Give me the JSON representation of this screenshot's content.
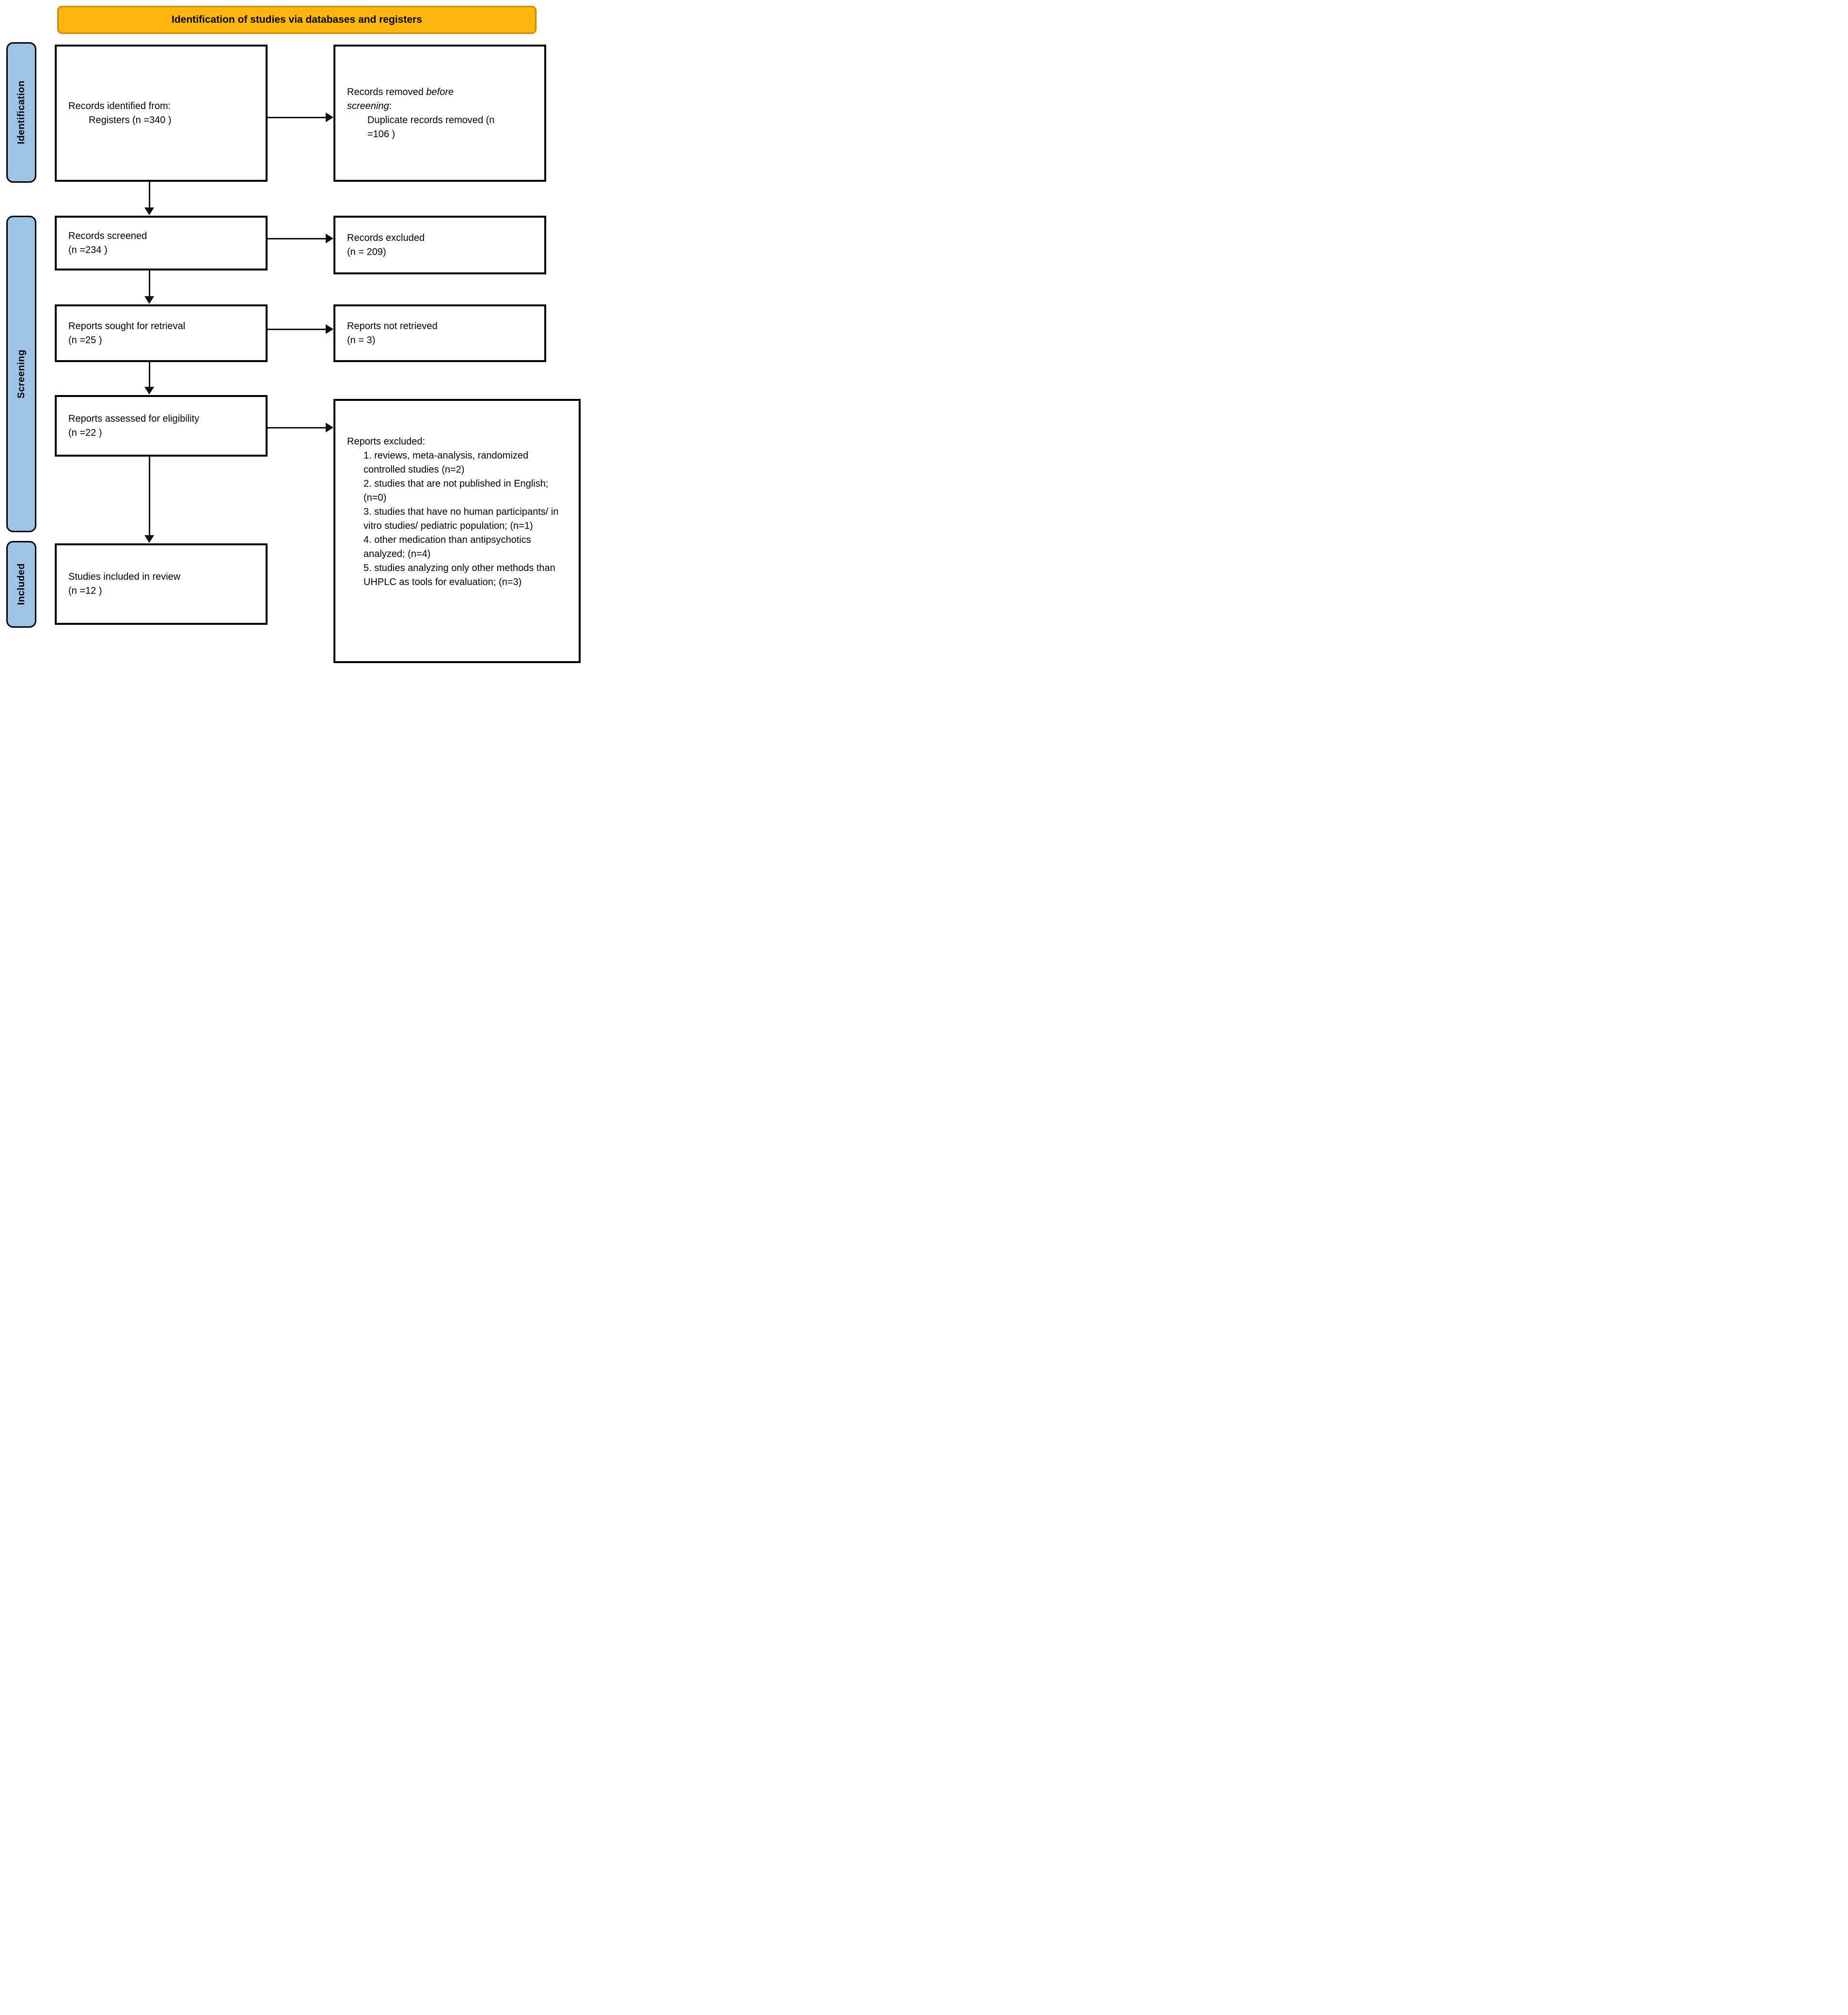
{
  "banner": {
    "label": "Identification of studies via databases and registers"
  },
  "stages": [
    {
      "label": "Identification"
    },
    {
      "label": "Screening"
    },
    {
      "label": "Included"
    }
  ],
  "boxes": {
    "records_identified": {
      "line1": "Records identified from:",
      "line2": "Registers (n =340 )"
    },
    "records_removed": {
      "prefix": "Records removed ",
      "italic": "before screening",
      "suffix": ":",
      "sub": "Duplicate records removed (n =106 )"
    },
    "records_screened": {
      "line1": "Records screened",
      "line2": "(n =234 )"
    },
    "records_excluded": {
      "line1": "Records excluded",
      "line2": "(n = 209)"
    },
    "reports_sought": {
      "line1": "Reports sought for retrieval",
      "line2": "(n =25 )"
    },
    "reports_not_retrieved": {
      "line1": "Reports not retrieved",
      "line2": "(n = 3)"
    },
    "reports_assessed": {
      "line1": "Reports assessed for eligibility",
      "line2": "(n =22 )"
    },
    "reports_excluded": {
      "title": "Reports excluded:",
      "items": [
        "1. reviews, meta-analysis, randomized controlled studies (n=2)",
        "2. studies that are not published in English; (n=0)",
        "3. studies that have no human participants/ in vitro studies/ pediatric population; (n=1)",
        "4. other medication than antipsychotics analyzed; (n=4)",
        "5. studies analyzing only other methods than UHPLC as tools for evaluation; (n=3)"
      ]
    },
    "studies_included": {
      "line1": "Studies included in review",
      "line2": "(n =12 )"
    }
  },
  "colors": {
    "banner_fill": "#FFB60D",
    "banner_border": "#C88A00",
    "stage_fill": "#9DC3E6",
    "box_border": "#000000",
    "arrow": "#111111"
  }
}
